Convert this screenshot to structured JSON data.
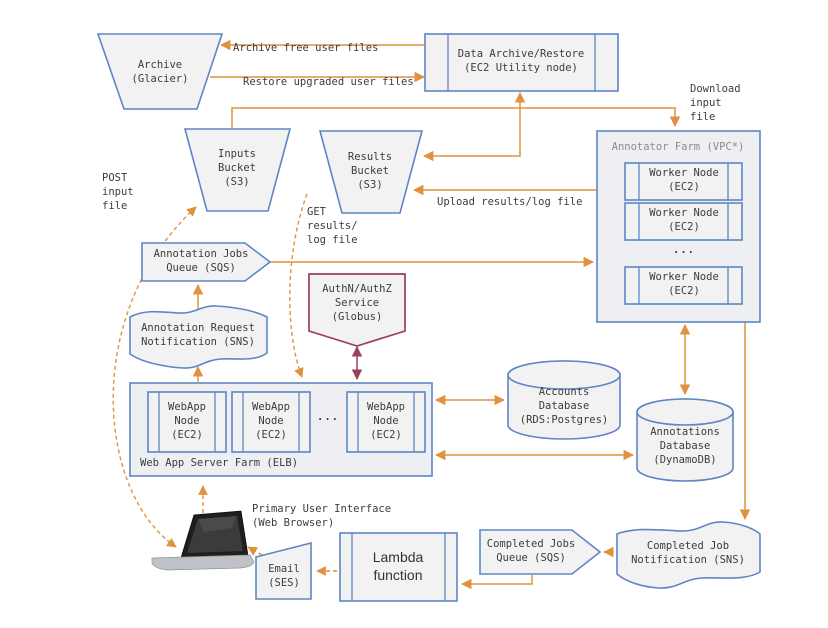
{
  "diagram": {
    "nodes": {
      "archive": {
        "label": "Archive\n(Glacier)"
      },
      "data_archive": {
        "label": "Data Archive/Restore\n(EC2 Utility node)"
      },
      "inputs_bucket": {
        "label": "Inputs\nBucket\n(S3)"
      },
      "results_bucket": {
        "label": "Results\nBucket\n(S3)"
      },
      "annotator_farm": {
        "label": "Annotator Farm (VPC*)"
      },
      "worker_node": {
        "label": "Worker Node\n(EC2)"
      },
      "jobs_queue": {
        "label": "Annotation Jobs\nQueue (SQS)"
      },
      "request_sns": {
        "label": "Annotation Request\nNotification (SNS)"
      },
      "globus": {
        "label": "AuthN/AuthZ\nService\n(Globus)"
      },
      "webapp_farm": {
        "label": "Web App Server Farm (ELB)"
      },
      "webapp_node": {
        "label": "WebApp\nNode\n(EC2)"
      },
      "accounts_db": {
        "label": "Accounts\nDatabase\n(RDS:Postgres)"
      },
      "annotations_db": {
        "label": "Annotations\nDatabase\n(DynamoDB)"
      },
      "primary_ui": {
        "label": "Primary User Interface\n(Web Browser)"
      },
      "email": {
        "label": "Email\n(SES)"
      },
      "lambda": {
        "label": "Lambda\nfunction"
      },
      "completed_queue": {
        "label": "Completed Jobs\nQueue (SQS)"
      },
      "completed_sns": {
        "label": "Completed Job\nNotification (SNS)"
      }
    },
    "edge_labels": {
      "archive_free": "Archive free user files",
      "restore": "Restore upgraded user files",
      "download": "Download\ninput\nfile",
      "post": "POST\ninput\nfile",
      "get": "GET\nresults/\nlog file",
      "upload": "Upload results/log file"
    },
    "ellipsis": "...",
    "colors": {
      "shape_border": "#5e86c4",
      "shape_fill": "#f2f2f3",
      "arrow": "#e0923f",
      "auth_border": "#9b4059",
      "text": "#3c3c3c",
      "farm_label": "#8b8b8b"
    }
  }
}
